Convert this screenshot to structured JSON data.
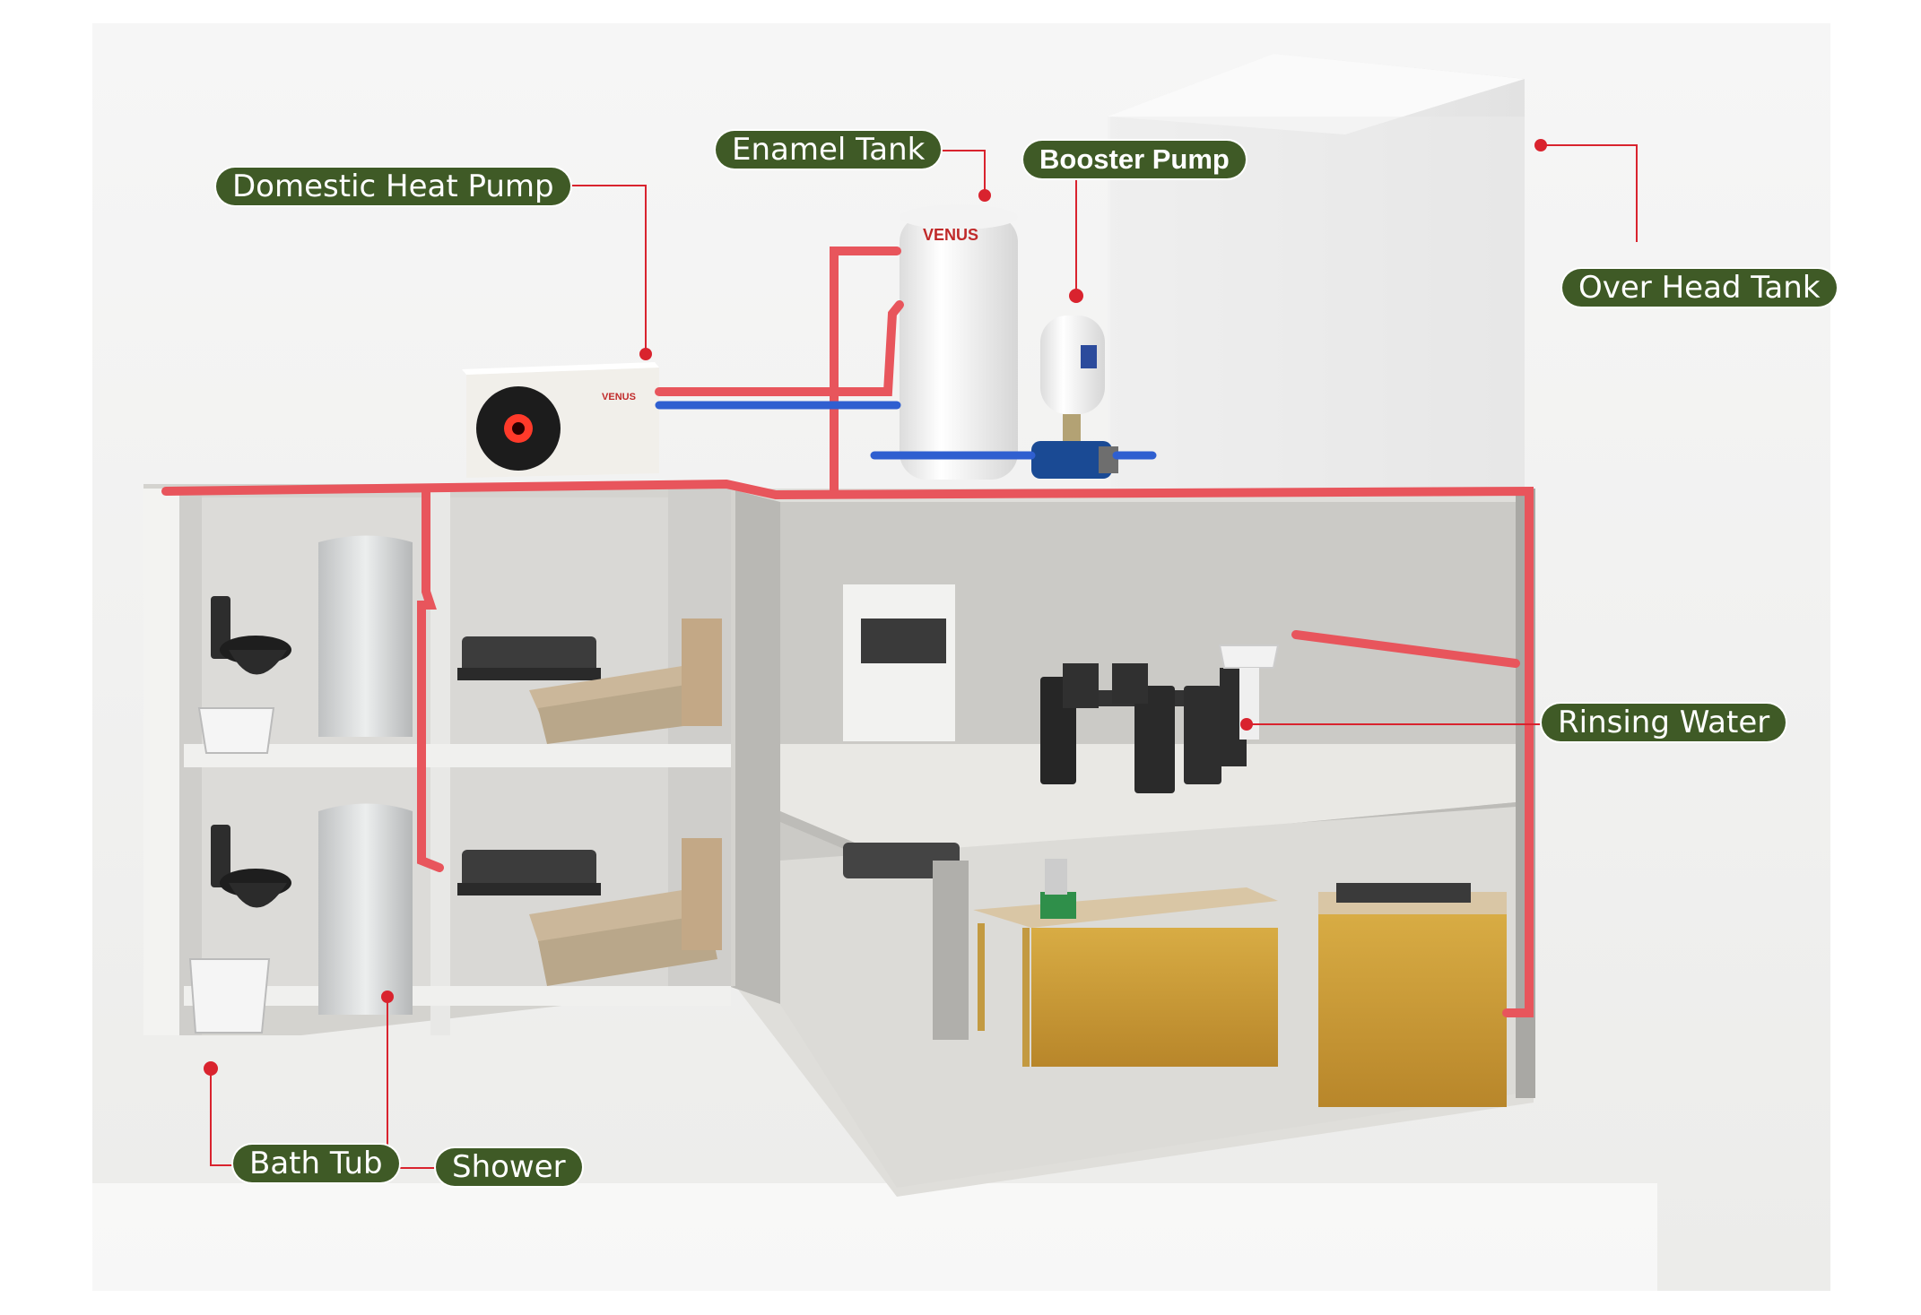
{
  "labels": {
    "domestic_heat_pump": "Domestic Heat Pump",
    "enamel_tank": "Enamel Tank",
    "booster_pump": "Booster Pump",
    "over_head_tank": "Over Head Tank",
    "rinsing_water": "Rinsing Water",
    "bath_tub": "Bath Tub",
    "shower": "Shower"
  },
  "brand": {
    "tank_logo": "VENUS",
    "heat_pump_logo": "VENUS"
  },
  "colors": {
    "label_bg": "#3f5a26",
    "label_text": "#ffffff",
    "hot_pipe": "#e8555c",
    "cold_pipe": "#2f5fd0",
    "leader_line": "#d9232e",
    "wall": "#cfceca",
    "floor": "#e7e6e2",
    "cabinet": "#c99a2e"
  }
}
